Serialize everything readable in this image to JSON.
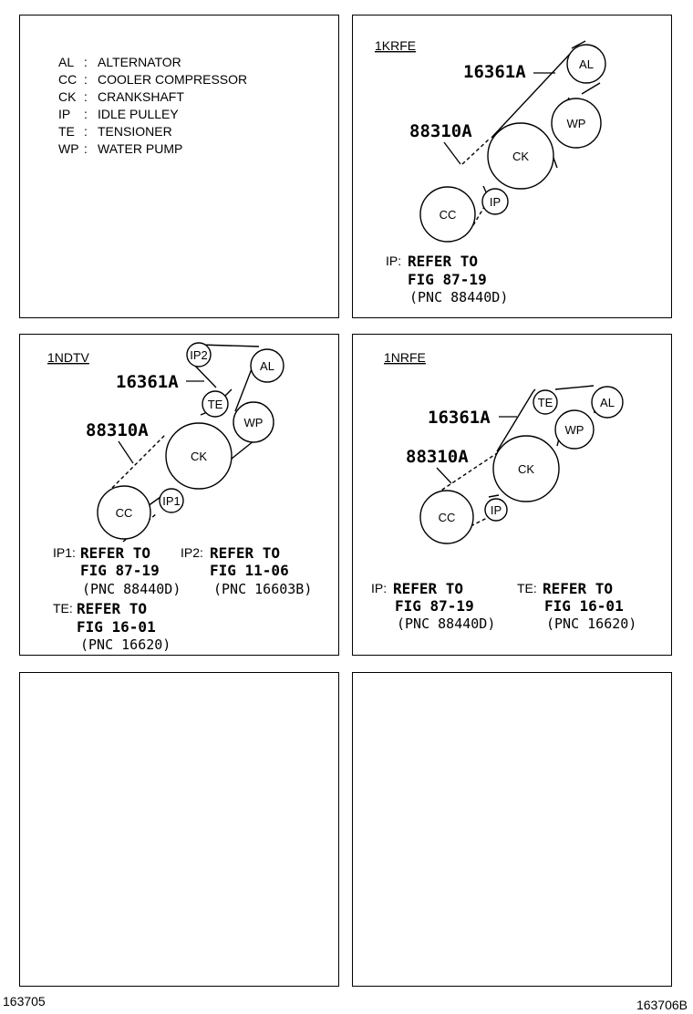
{
  "legend": [
    {
      "code": "AL",
      "sep": ":",
      "name": "ALTERNATOR"
    },
    {
      "code": "CC",
      "sep": ":",
      "name": "COOLER COMPRESSOR"
    },
    {
      "code": "CK",
      "sep": ":",
      "name": "CRANKSHAFT"
    },
    {
      "code": "IP",
      "sep": ":",
      "name": "IDLE PULLEY"
    },
    {
      "code": "TE",
      "sep": ":",
      "name": "TENSIONER"
    },
    {
      "code": "WP",
      "sep": ":",
      "name": "WATER PUMP"
    }
  ],
  "panel_1krfe": {
    "engine": "1KRFE",
    "part_belt": "16361A",
    "part_belt2": "88310A",
    "pulleys": {
      "al": "AL",
      "wp": "WP",
      "ck": "CK",
      "cc": "CC",
      "ip": "IP"
    },
    "ref_prefix": "IP:",
    "ref_title": "REFER TO",
    "ref_fig": "FIG 87-19",
    "ref_pnc": "(PNC 88440D)"
  },
  "panel_1ndtv": {
    "engine": "1NDTV",
    "part_belt": "16361A",
    "part_belt2": "88310A",
    "pulleys": {
      "ip2": "IP2",
      "al": "AL",
      "te": "TE",
      "wp": "WP",
      "ck": "CK",
      "cc": "CC",
      "ip1": "IP1"
    },
    "ref1_prefix": "IP1:",
    "ref1_title": "REFER TO",
    "ref1_fig": "FIG 87-19",
    "ref1_pnc": "(PNC 88440D)",
    "ref2_prefix": "IP2:",
    "ref2_title": "REFER TO",
    "ref2_fig": "FIG 11-06",
    "ref2_pnc": "(PNC 16603B)",
    "ref3_prefix": "TE:",
    "ref3_title": "REFER TO",
    "ref3_fig": "FIG 16-01",
    "ref3_pnc": "(PNC 16620)"
  },
  "panel_1nrfe": {
    "engine": "1NRFE",
    "part_belt": "16361A",
    "part_belt2": "88310A",
    "pulleys": {
      "te": "TE",
      "al": "AL",
      "wp": "WP",
      "ck": "CK",
      "cc": "CC",
      "ip": "IP"
    },
    "ref1_prefix": "IP:",
    "ref1_title": "REFER TO",
    "ref1_fig": "FIG 87-19",
    "ref1_pnc": "(PNC 88440D)",
    "ref2_prefix": "TE:",
    "ref2_title": "REFER TO",
    "ref2_fig": "FIG 16-01",
    "ref2_pnc": "(PNC 16620)"
  },
  "footer": {
    "left_code": "163705",
    "right_code": "163706B"
  }
}
